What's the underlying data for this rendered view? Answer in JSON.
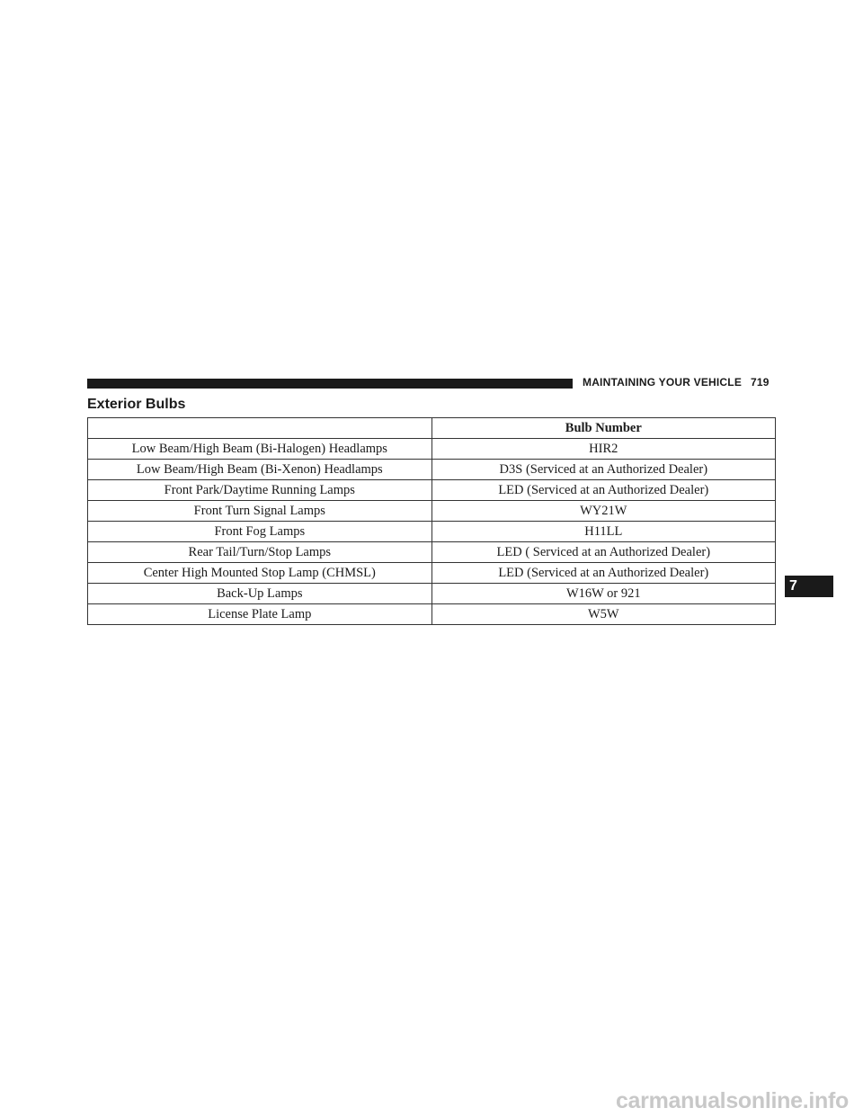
{
  "header": {
    "section": "MAINTAINING YOUR VEHICLE",
    "page_number": "719"
  },
  "title": "Exterior Bulbs",
  "table": {
    "columns": [
      "",
      "Bulb Number"
    ],
    "rows": [
      {
        "lamp": "Low Beam/High Beam (Bi-Halogen) Headlamps",
        "bulb": "HIR2"
      },
      {
        "lamp": "Low Beam/High Beam (Bi-Xenon) Headlamps",
        "bulb": "D3S (Serviced at an Authorized Dealer)"
      },
      {
        "lamp": "Front Park/Daytime Running Lamps",
        "bulb": "LED (Serviced at an Authorized Dealer)"
      },
      {
        "lamp": "Front Turn Signal Lamps",
        "bulb": "WY21W"
      },
      {
        "lamp": "Front Fog Lamps",
        "bulb": "H11LL"
      },
      {
        "lamp": "Rear Tail/Turn/Stop Lamps",
        "bulb": "LED ( Serviced at an Authorized Dealer)"
      },
      {
        "lamp": "Center High Mounted Stop Lamp (CHMSL)",
        "bulb": "LED (Serviced at an Authorized Dealer)"
      },
      {
        "lamp": "Back-Up Lamps",
        "bulb": "W16W or 921"
      },
      {
        "lamp": "License Plate Lamp",
        "bulb": "W5W"
      }
    ]
  },
  "chapter_tab": "7",
  "watermark": "carmanualsonline.info"
}
